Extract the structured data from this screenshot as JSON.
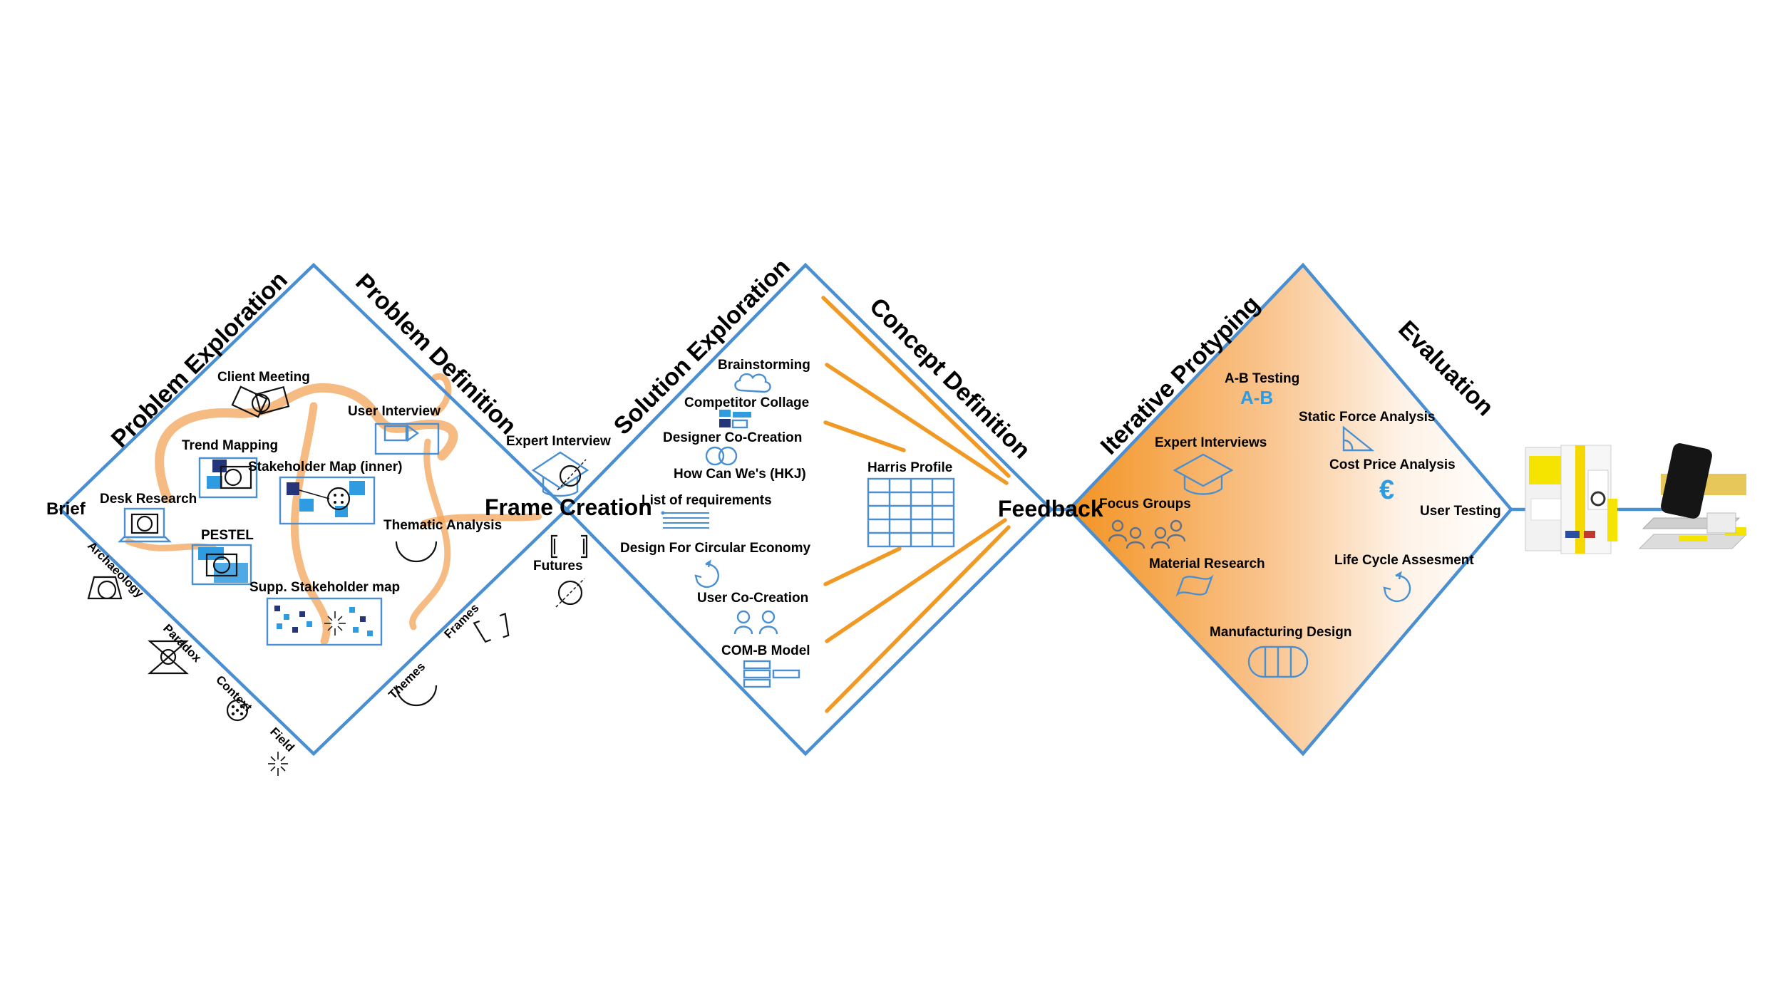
{
  "phases": {
    "problem_exploration": "Problem Exploration",
    "problem_definition": "Problem Definition",
    "solution_exploration": "Solution Exploration",
    "concept_definition": "Concept Definition",
    "iterative_protyping": "Iterative Protyping",
    "evaluation": "Evaluation"
  },
  "nodes": {
    "brief": "Brief",
    "frame_creation": "Frame Creation",
    "feedback": "Feedback"
  },
  "diamond1": {
    "client_meeting": "Client Meeting",
    "user_interview": "User Interview",
    "trend_mapping": "Trend Mapping",
    "stakeholder_map_inner": "Stakeholder Map (inner)",
    "desk_research": "Desk Research",
    "pestel": "PESTEL",
    "thematic_analysis": "Thematic Analysis",
    "supp_stakeholder_map": "Supp. Stakeholder map",
    "expert_interview": "Expert Interview",
    "futures": "Futures",
    "archaeology": "Archaeology",
    "paradox": "Paradox",
    "context": "Context",
    "field": "Field",
    "themes": "Themes",
    "frames": "Frames"
  },
  "diamond2": {
    "brainstorming": "Brainstorming",
    "competitor_collage": "Competitor Collage",
    "designer_co_creation": "Designer Co-Creation",
    "how_can_wes": "How Can We's (HKJ)",
    "list_of_requirements": "List of requirements",
    "design_for_circular_economy": "Design For Circular Economy",
    "user_co_creation": "User Co-Creation",
    "com_b_model": "COM-B Model",
    "harris_profile": "Harris Profile"
  },
  "diamond3": {
    "ab_testing": "A-B Testing",
    "ab_mark": "A-B",
    "expert_interviews": "Expert Interviews",
    "static_force_analysis": "Static Force Analysis",
    "cost_price_analysis": "Cost Price Analysis",
    "euro_symbol": "€",
    "focus_groups": "Focus Groups",
    "user_testing": "User Testing",
    "material_research": "Material Research",
    "life_cycle_assesment": "Life Cycle Assesment",
    "manufacturing_design": "Manufacturing Design"
  },
  "colors": {
    "diamond_outline": "#4a8fd2",
    "orange": "#f09a25",
    "light_blue": "#2f9be0",
    "dark_blue": "#25357a"
  }
}
